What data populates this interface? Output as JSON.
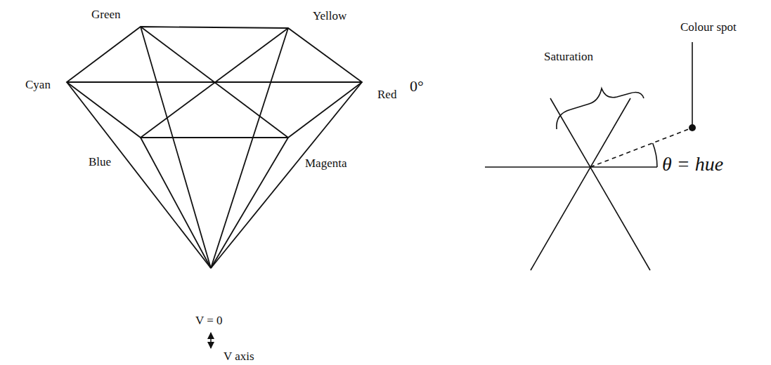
{
  "diagram": {
    "labels": [
      "Green",
      "Yellow",
      "Cyan",
      "Red",
      "0°",
      "Blue",
      "Magenta",
      "V = 0",
      "V axis",
      "Saturation",
      "Colour spot",
      "θ = hue"
    ]
  }
}
